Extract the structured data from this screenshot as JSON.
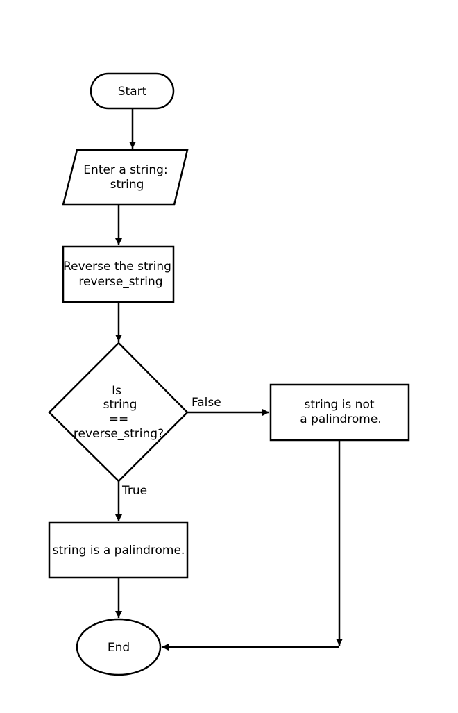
{
  "nodes": {
    "start": {
      "label": "Start"
    },
    "input": {
      "line1": "Enter a string:",
      "line2": "string"
    },
    "reverse": {
      "line1": "Reverse the string",
      "line2": "reverse_string"
    },
    "decision": {
      "line1": "Is",
      "line2": "string",
      "line3": "==",
      "line4": "reverse_string?"
    },
    "is_palindrome": {
      "label": "string is a palindrome."
    },
    "not_palindrome": {
      "line1": "string is not",
      "line2": "a palindrome."
    },
    "end": {
      "label": "End"
    }
  },
  "edges": {
    "false_label": "False",
    "true_label": "True"
  }
}
